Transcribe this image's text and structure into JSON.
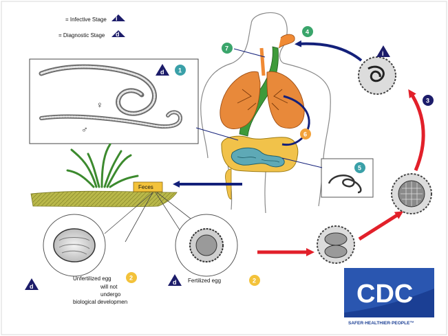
{
  "legend": {
    "infective": {
      "marker": "i",
      "text": "= Infective Stage"
    },
    "diagnostic": {
      "marker": "d",
      "text": "= Diagnostic Stage"
    }
  },
  "stages": {
    "s1": "1",
    "s2a": "2",
    "s2b": "2",
    "s3": "3",
    "s4": "4",
    "s5": "5",
    "s6": "6",
    "s7": "7"
  },
  "labels": {
    "feces": "Feces",
    "fertilized_egg": "Fertilized egg",
    "unfertilized_egg_line1": "Unfertilized egg",
    "unfertilized_egg_line2": "will not",
    "unfertilized_egg_line3": "undergo",
    "unfertilized_egg_line4": "biological developmen",
    "female_symbol": "♀",
    "male_symbol": "♂"
  },
  "cdc": {
    "logo_text": "CDC",
    "tagline": "SAFER·HEALTHIER·PEOPLE™"
  },
  "colors": {
    "blue_arrow": "#13207a",
    "red_arrow": "#e2202a",
    "badge_green": "#3aa56b",
    "badge_blue": "#1f4fa1",
    "badge_yellow": "#f3c23a",
    "badge_teal": "#3aa0a8",
    "badge_orange": "#f2a13a",
    "badge_navy": "#1c1c6a",
    "lungs": "#e8893a",
    "intestine": "#5ea9b6",
    "colon": "#f1c24a",
    "esophagus": "#3e9a3a",
    "soil": "#b9b84a",
    "grass": "#3c8a2e",
    "cdc_blue": "#1b3f94"
  }
}
